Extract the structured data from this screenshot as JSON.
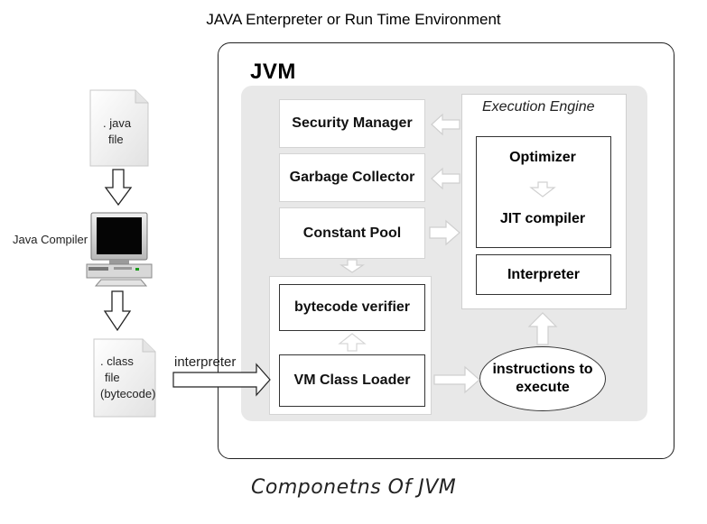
{
  "header": {
    "title": "JAVA Enterpreter or Run Time Environment"
  },
  "jvm": {
    "label": "JVM",
    "security_manager": "Security Manager",
    "garbage_collector": "Garbage Collector",
    "constant_pool": "Constant Pool",
    "bytecode_verifier": "bytecode verifier",
    "vm_class_loader": "VM Class Loader",
    "execution_engine": {
      "label": "Execution Engine",
      "optimizer": "Optimizer",
      "jit_compiler": "JIT compiler",
      "interpreter": "Interpreter"
    },
    "instructions": "instructions to execute"
  },
  "left": {
    "java_file": [
      ". java",
      "file"
    ],
    "compiler_label": "Java Compiler",
    "class_file": [
      ". class",
      "file",
      "(bytecode)"
    ],
    "interpreter_arrow_label": "interpreter"
  },
  "caption": "Componetns Of JVM",
  "icons": {
    "java_file": "document-icon",
    "compiler": "computer-icon",
    "class_file": "document-icon"
  }
}
